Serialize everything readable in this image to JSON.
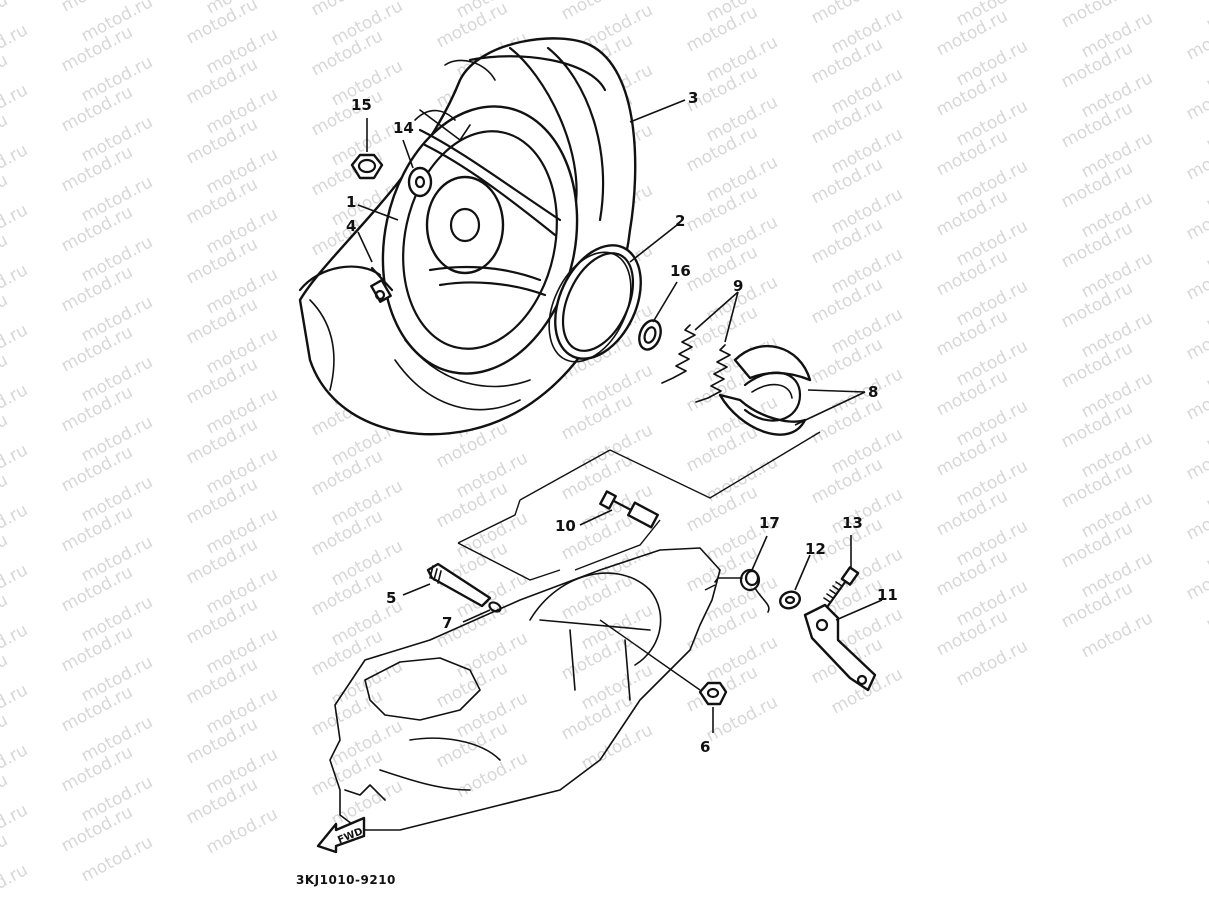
{
  "watermark": "motod.ru",
  "diagram_code": "3KJ1010-9210",
  "direction_label": "FWD",
  "parts": [
    {
      "id": "wheel",
      "number": "1"
    },
    {
      "id": "tire-band",
      "number": "2"
    },
    {
      "id": "tire",
      "number": "3"
    },
    {
      "id": "valve",
      "number": "4"
    },
    {
      "id": "shaft",
      "number": "5"
    },
    {
      "id": "nut",
      "number": "6"
    },
    {
      "id": "o-ring",
      "number": "7"
    },
    {
      "id": "brake-shoes",
      "number": "8"
    },
    {
      "id": "springs",
      "number": "9"
    },
    {
      "id": "cam-shaft",
      "number": "10"
    },
    {
      "id": "brake-lever",
      "number": "11"
    },
    {
      "id": "washer",
      "number": "12"
    },
    {
      "id": "bolt",
      "number": "13"
    },
    {
      "id": "plain-washer",
      "number": "14"
    },
    {
      "id": "axle-nut",
      "number": "15"
    },
    {
      "id": "seal-ring",
      "number": "16"
    },
    {
      "id": "torsion-spring",
      "number": "17"
    }
  ],
  "colors": {
    "line": "#111111",
    "background": "#ffffff",
    "watermark": "#b8b8b8"
  }
}
